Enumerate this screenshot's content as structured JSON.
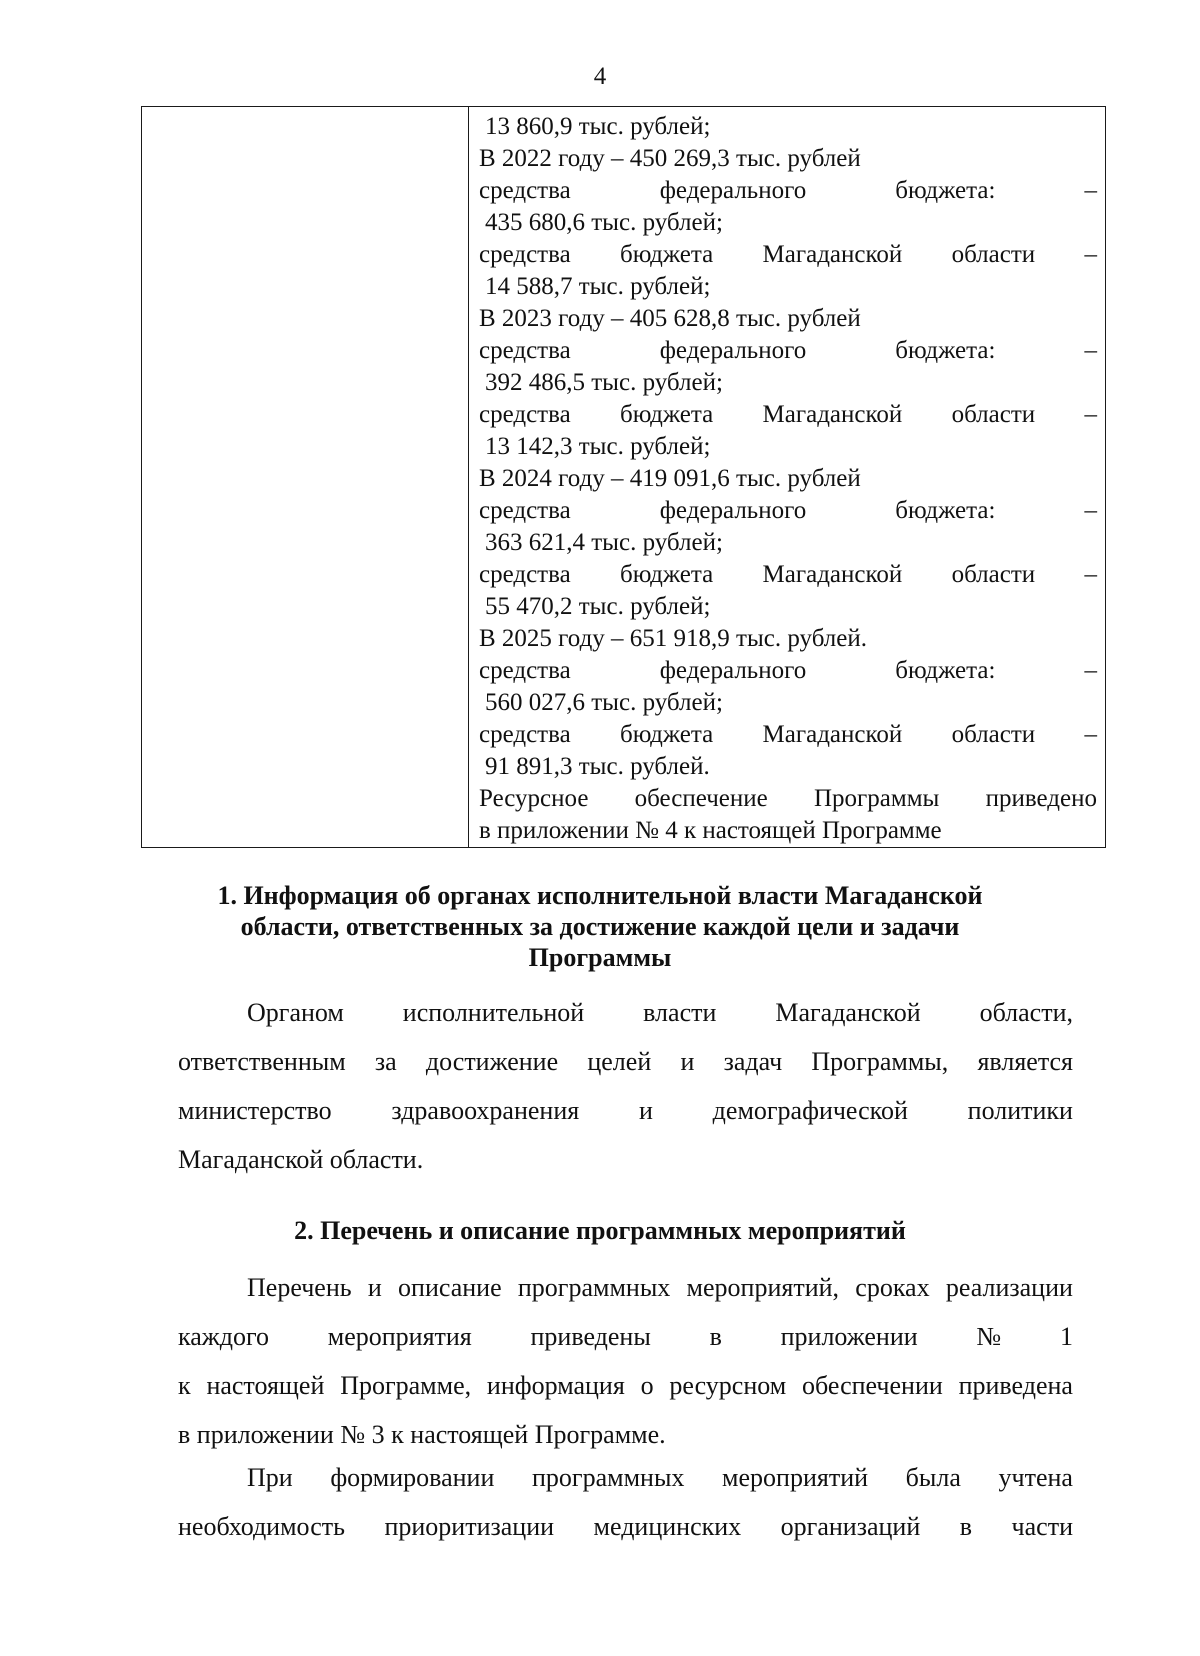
{
  "page_number": "4",
  "table": {
    "lines": [
      "13 860,9 тыс. рублей;",
      "В 2022 году – 450 269,3 тыс. рублей",
      "средства федерального бюджета: –",
      "435 680,6 тыс. рублей;",
      "средства бюджета Магаданской области –",
      "14 588,7 тыс. рублей;",
      "В 2023 году – 405 628,8 тыс. рублей",
      "средства федерального бюджета: –",
      "392 486,5 тыс. рублей;",
      "средства бюджета Магаданской области –",
      "13 142,3 тыс. рублей;",
      "В 2024 году – 419 091,6 тыс. рублей",
      "средства федерального бюджета: –",
      "363 621,4 тыс. рублей;",
      "средства бюджета Магаданской области –",
      "55 470,2 тыс. рублей;",
      "В 2025 году – 651 918,9 тыс. рублей.",
      "средства федерального бюджета: –",
      "560 027,6 тыс. рублей;",
      "средства бюджета Магаданской области –",
      "91 891,3 тыс. рублей.",
      "Ресурсное обеспечение Программы приведено",
      "в приложении № 4 к настоящей Программе"
    ]
  },
  "section1": {
    "heading_lines": [
      "1. Информация об органах исполнительной власти Магаданской",
      "области, ответственных за достижение каждой цели и задачи",
      "Программы"
    ],
    "paragraph_lines": [
      "Органом исполнительной власти Магаданской области,",
      "ответственным за достижение целей и задач Программы, является",
      "министерство здравоохранения и демографической политики",
      "Магаданской области."
    ]
  },
  "section2": {
    "heading": "2. Перечень и описание программных мероприятий",
    "paragraph1_lines": [
      "Перечень и описание программных мероприятий, сроках реализации",
      "каждого мероприятия приведены в приложении № 1",
      "к настоящей Программе, информация о ресурсном обеспечении приведена",
      "в приложении № 3 к настоящей Программе."
    ],
    "paragraph2_lines": [
      "При формировании программных мероприятий была учтена",
      "необходимость приоритизации медицинских организаций в части"
    ]
  }
}
